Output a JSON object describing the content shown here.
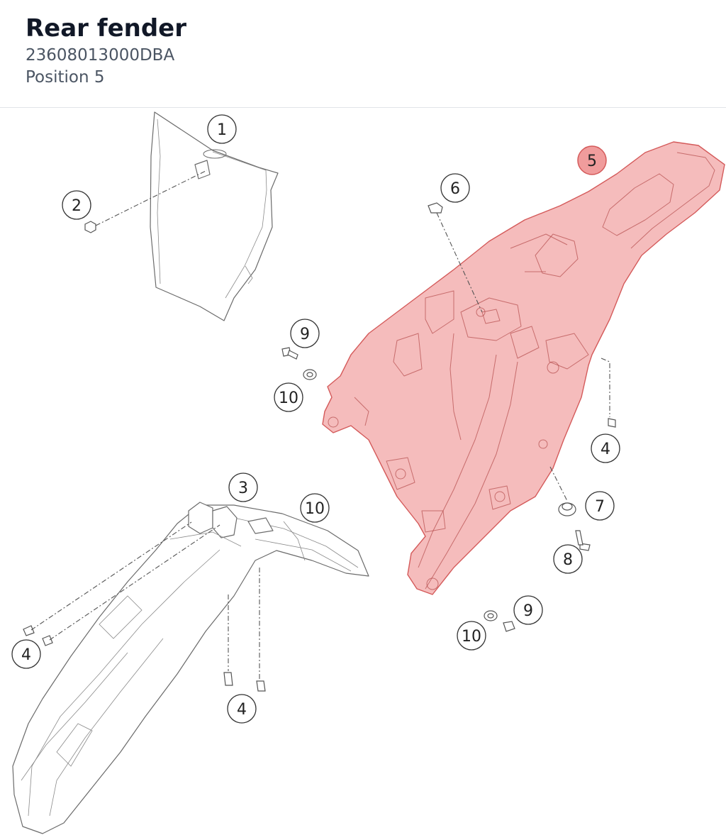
{
  "header": {
    "title": "Rear fender",
    "part_number": "23608013000DBA",
    "position": "Position 5"
  },
  "highlight_color": "#f2a6a6",
  "callouts": {
    "c1": "1",
    "c2": "2",
    "c3": "3",
    "c4a": "4",
    "c4b": "4",
    "c4c": "4",
    "c5": "5",
    "c6": "6",
    "c7": "7",
    "c8": "8",
    "c9a": "9",
    "c9b": "9",
    "c10a": "10",
    "c10b": "10",
    "c10c": "10"
  }
}
